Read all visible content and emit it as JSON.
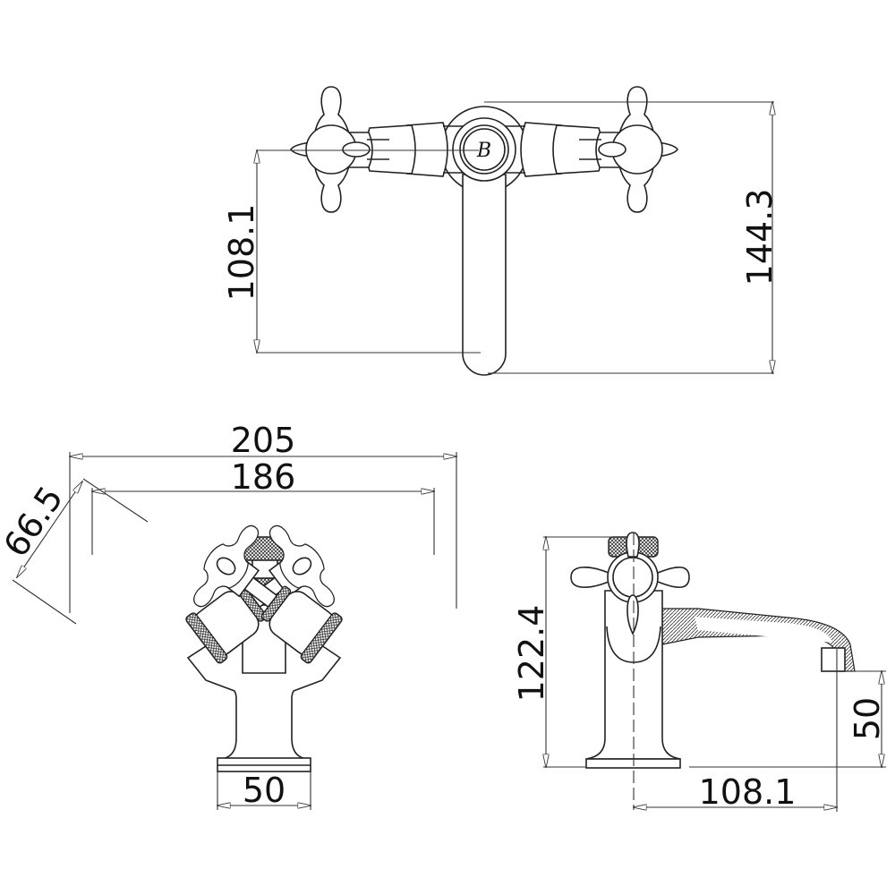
{
  "drawing": {
    "logo_letter": "B",
    "top_view": {
      "spout_drop": "108.1",
      "overall_depth": "144.3"
    },
    "front_view": {
      "overall_width": "205",
      "handle_centers": "186",
      "handle_diameter": "66.5",
      "base_width": "50"
    },
    "side_view": {
      "overall_height": "122.4",
      "spout_clearance": "50",
      "spout_reach": "108.1"
    },
    "colors": {
      "line": "#222222",
      "background": "#ffffff"
    }
  }
}
